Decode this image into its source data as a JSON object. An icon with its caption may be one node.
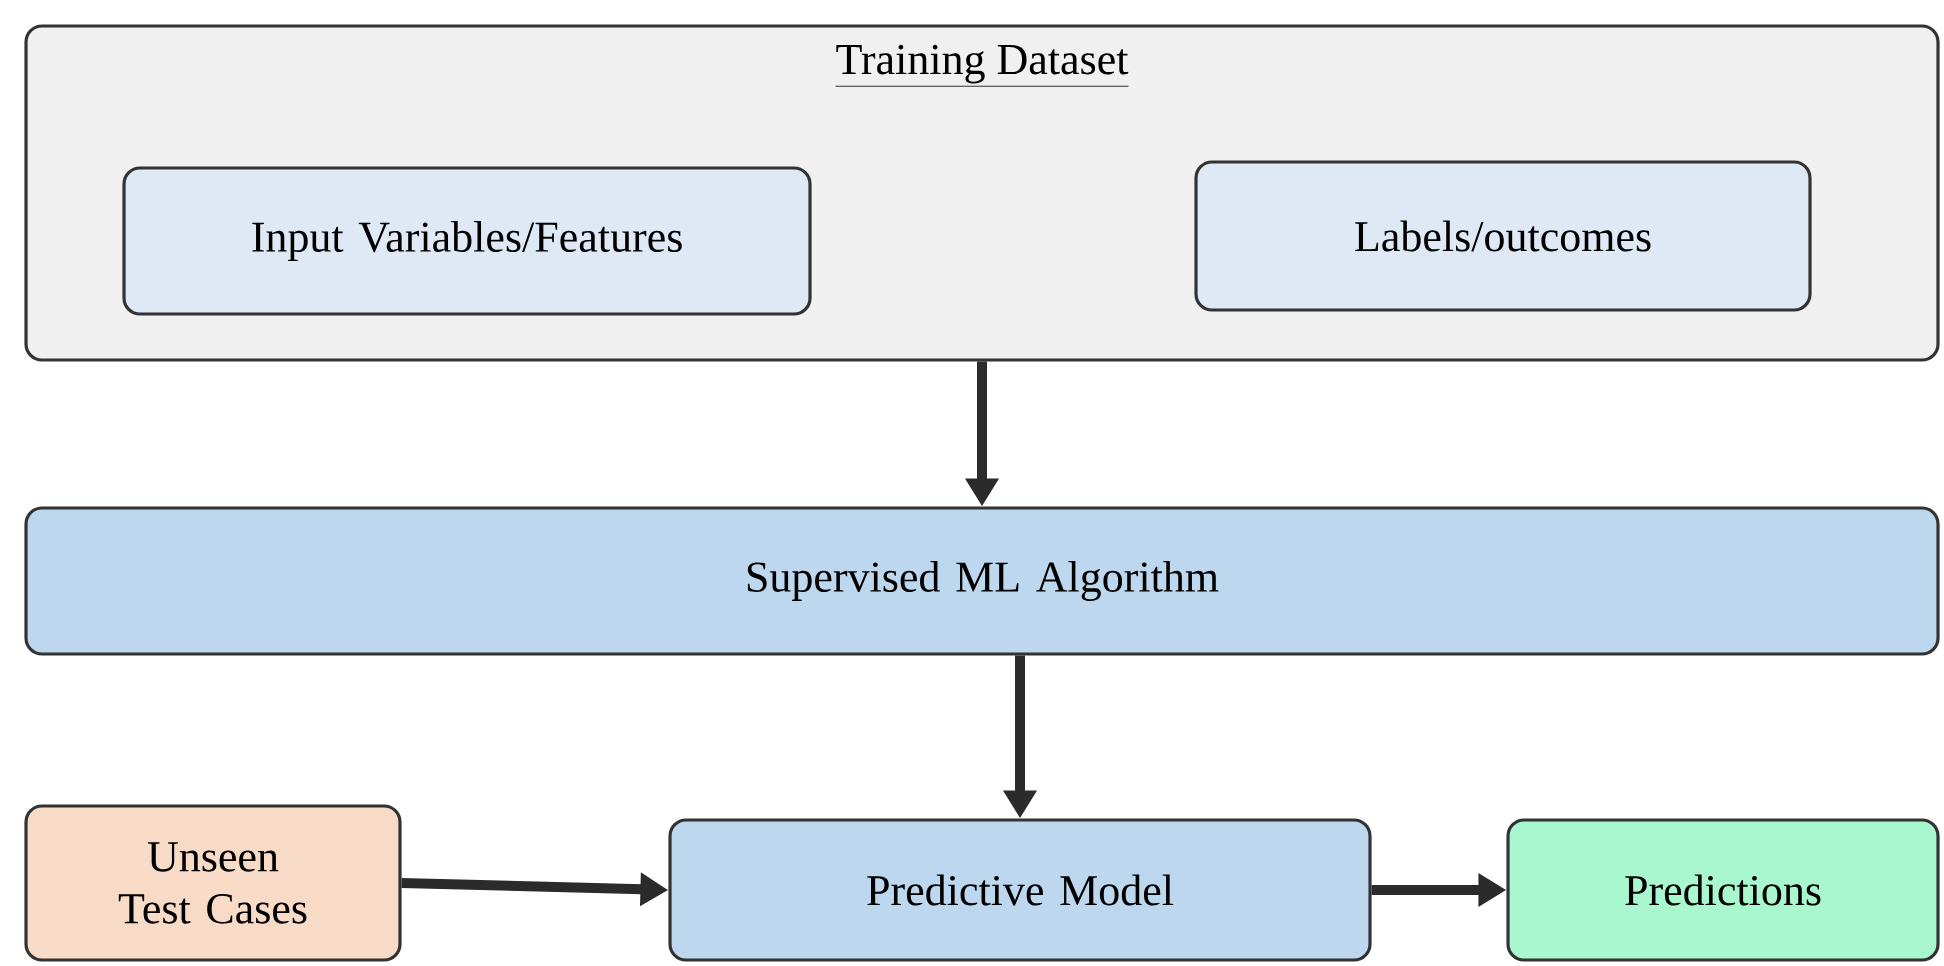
{
  "diagram": {
    "nodes": [
      {
        "text": [
          "Training Dataset"
        ]
      },
      {
        "text": [
          "Input Variables/Features"
        ],
        "in": 0
      },
      {
        "text": [
          "Labels/outcomes"
        ],
        "in": 0
      },
      {
        "text": [
          "Supervised ML Algorithm"
        ]
      },
      {
        "text": [
          "Unseen Test Cases"
        ]
      },
      {
        "text": [
          "Predictive Model"
        ]
      },
      {
        "text": [
          "Predictions"
        ]
      }
    ],
    "edges": [
      {
        "from": 0,
        "to": 3,
        "arrow": "to"
      },
      {
        "from": 3,
        "to": 5,
        "arrow": "to"
      },
      {
        "from": 4,
        "to": 5,
        "arrow": "to"
      },
      {
        "from": 5,
        "to": 6,
        "arrow": "to"
      }
    ]
  }
}
